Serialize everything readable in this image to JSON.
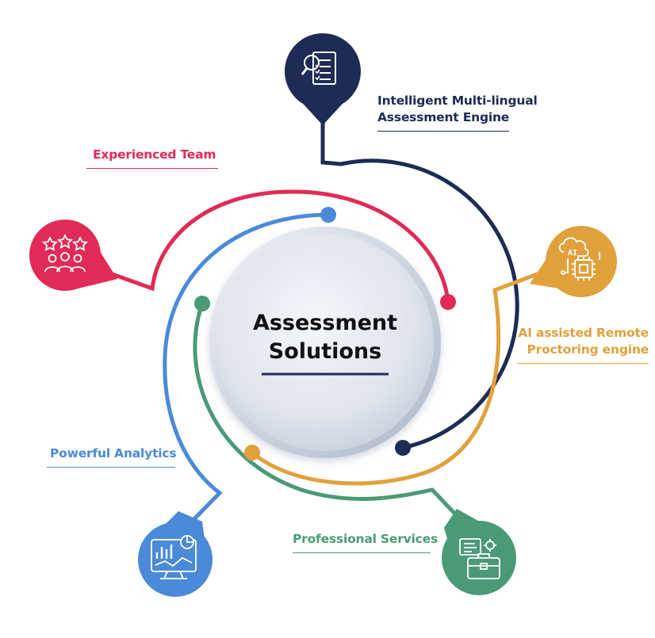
{
  "center": {
    "line1": "Assessment",
    "line2": "Solutions"
  },
  "features": [
    {
      "id": "engine",
      "label_lines": [
        "Intelligent Multi-lingual",
        "Assessment Engine"
      ],
      "color": "#1d2b55",
      "icon": "document-magnifier-icon"
    },
    {
      "id": "team",
      "label_lines": [
        "Experienced Team"
      ],
      "color": "#e12a55",
      "icon": "team-stars-icon"
    },
    {
      "id": "proctoring",
      "label_lines": [
        "AI assisted Remote",
        "Proctoring engine"
      ],
      "color": "#e0a13c",
      "icon": "ai-chip-icon"
    },
    {
      "id": "analytics",
      "label_lines": [
        "Powerful Analytics"
      ],
      "color": "#4a8ad8",
      "icon": "analytics-monitor-icon"
    },
    {
      "id": "services",
      "label_lines": [
        "Professional Services"
      ],
      "color": "#4a9a78",
      "icon": "briefcase-icon"
    }
  ],
  "icon_text": {
    "ai_chip": "AI"
  }
}
